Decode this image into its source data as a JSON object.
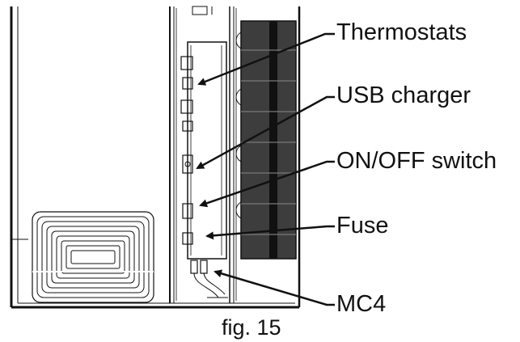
{
  "callouts": {
    "thermostats": "Thermostats",
    "usb_charger": "USB charger",
    "on_off_switch": "ON/OFF switch",
    "fuse": "Fuse",
    "mc4": "MC4"
  },
  "caption": "fig. 15",
  "colors": {
    "line": "#111111",
    "panel_dark": "#3d3d3d",
    "background": "#ffffff"
  }
}
